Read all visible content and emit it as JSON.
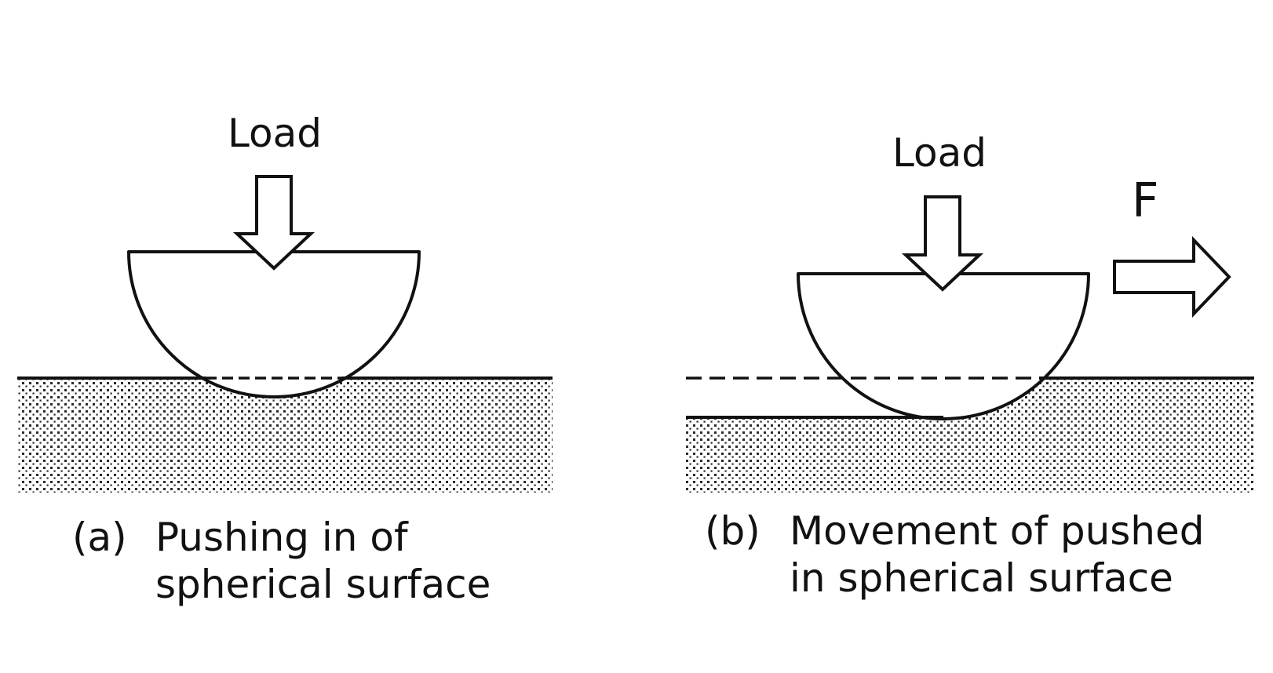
{
  "panel_a": {
    "load_label": "Load",
    "caption_tag": "(a)",
    "caption_line1": "Pushing in of",
    "caption_line2": "spherical surface"
  },
  "panel_b": {
    "load_label": "Load",
    "force_label": "F",
    "caption_tag": "(b)",
    "caption_line1": "Movement of pushed",
    "caption_line2": "in spherical surface"
  },
  "colors": {
    "stroke": "#111111",
    "stipple": "#2a2a2a",
    "background": "#ffffff"
  }
}
